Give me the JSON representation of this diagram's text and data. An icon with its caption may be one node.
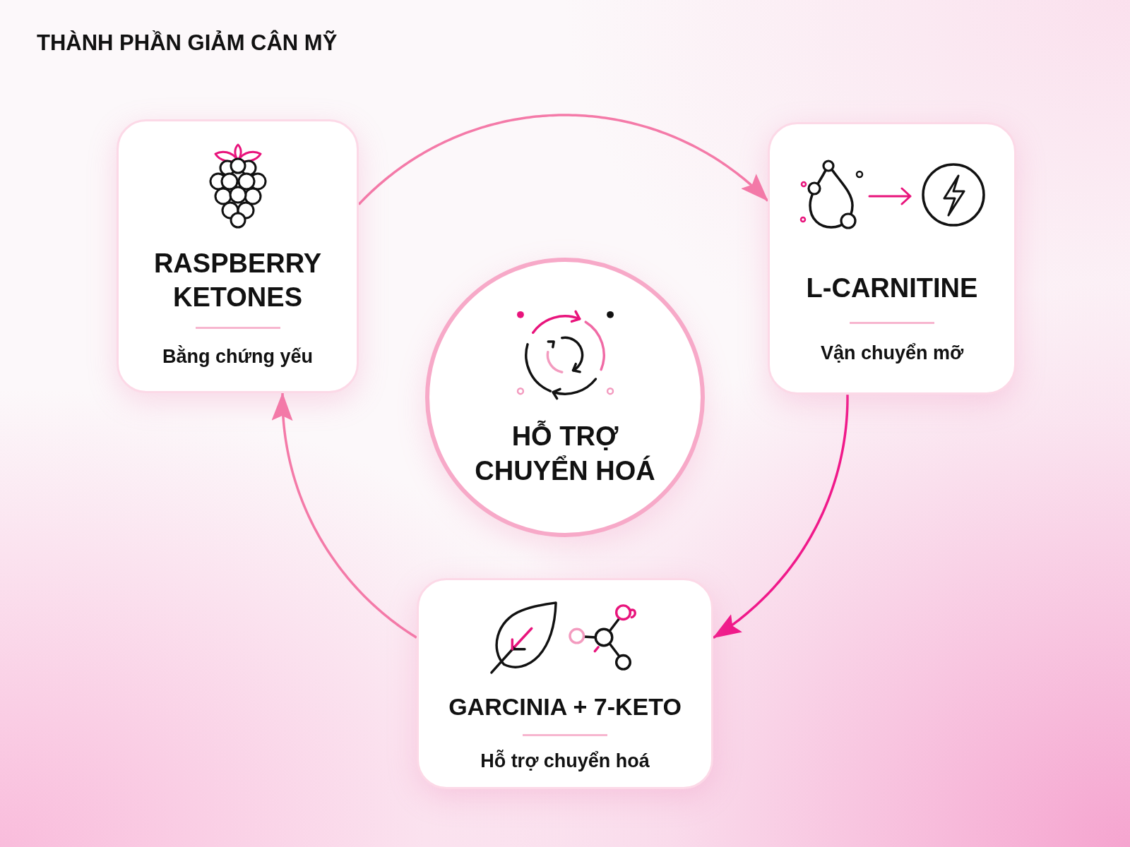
{
  "diagram": {
    "title": "THÀNH PHẦN GIẢM CÂN MỸ",
    "nodes": [
      {
        "text": [
          "RASPBERRY KETONES",
          "Bằng chứng yếu"
        ]
      },
      {
        "text": [
          "L-CARNITINE",
          "Vận chuyển mỡ"
        ]
      },
      {
        "text": [
          "HỖ TRỢ CHUYỂN HOÁ"
        ]
      },
      {
        "text": [
          "GARCINIA + 7-KETO",
          "Hỗ trợ chuyển hoá"
        ]
      }
    ],
    "edges": [
      {
        "from": 0,
        "to": 1,
        "arrow": "to"
      },
      {
        "from": 1,
        "to": 3,
        "arrow": "to",
        "color": "#f0198a"
      },
      {
        "from": 3,
        "to": 0,
        "arrow": "to"
      }
    ]
  }
}
